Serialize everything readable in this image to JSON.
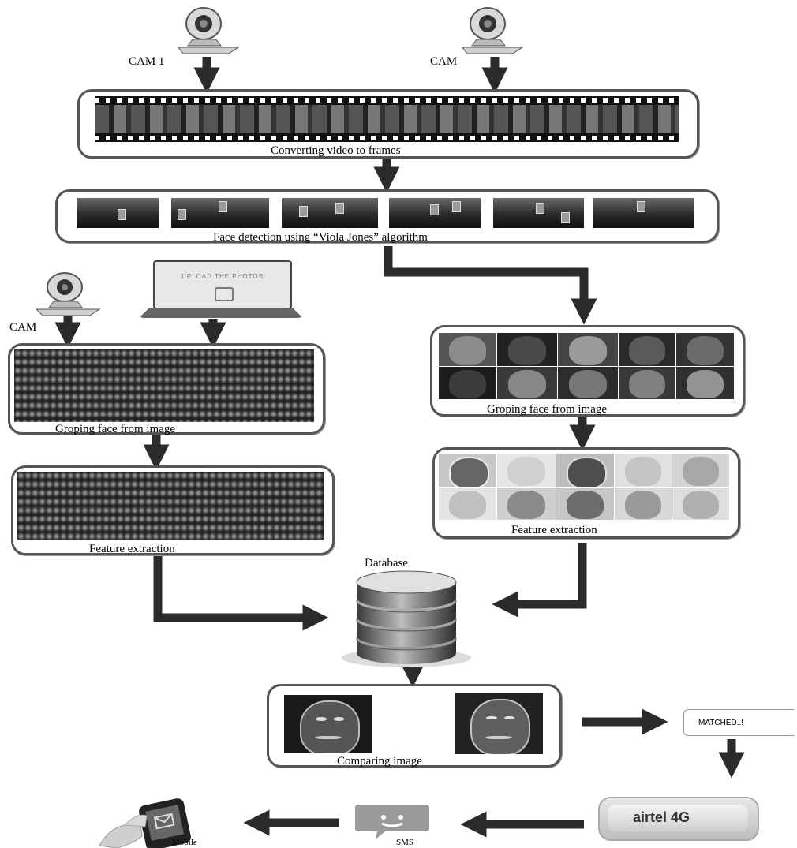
{
  "labels": {
    "cam1": "CAM 1",
    "cam2": "CAM",
    "cam3": "CAM",
    "frames": "Converting video to frames",
    "detection": "Face detection using “Viola Jones” algorithm",
    "group_left": "Groping face from image",
    "group_right": "Groping face from image",
    "feature_left": "Feature extraction",
    "feature_right": "Feature extraction",
    "database": "Database",
    "comparing": "Comparing image",
    "matched": "MATCHED..!",
    "modem": "airtel 4G",
    "sms": "SMS",
    "mobile": "Mobile"
  },
  "laptop_screen_text": "UPLOAD THE PHOTOS",
  "colors": {
    "frame": "#555555",
    "arrow": "#2b2b2b",
    "background": "#ffffff"
  },
  "icons": [
    "webcam-icon",
    "laptop-icon",
    "database-icon",
    "sms-icon",
    "usb-modem-icon",
    "mobile-phone-icon"
  ]
}
